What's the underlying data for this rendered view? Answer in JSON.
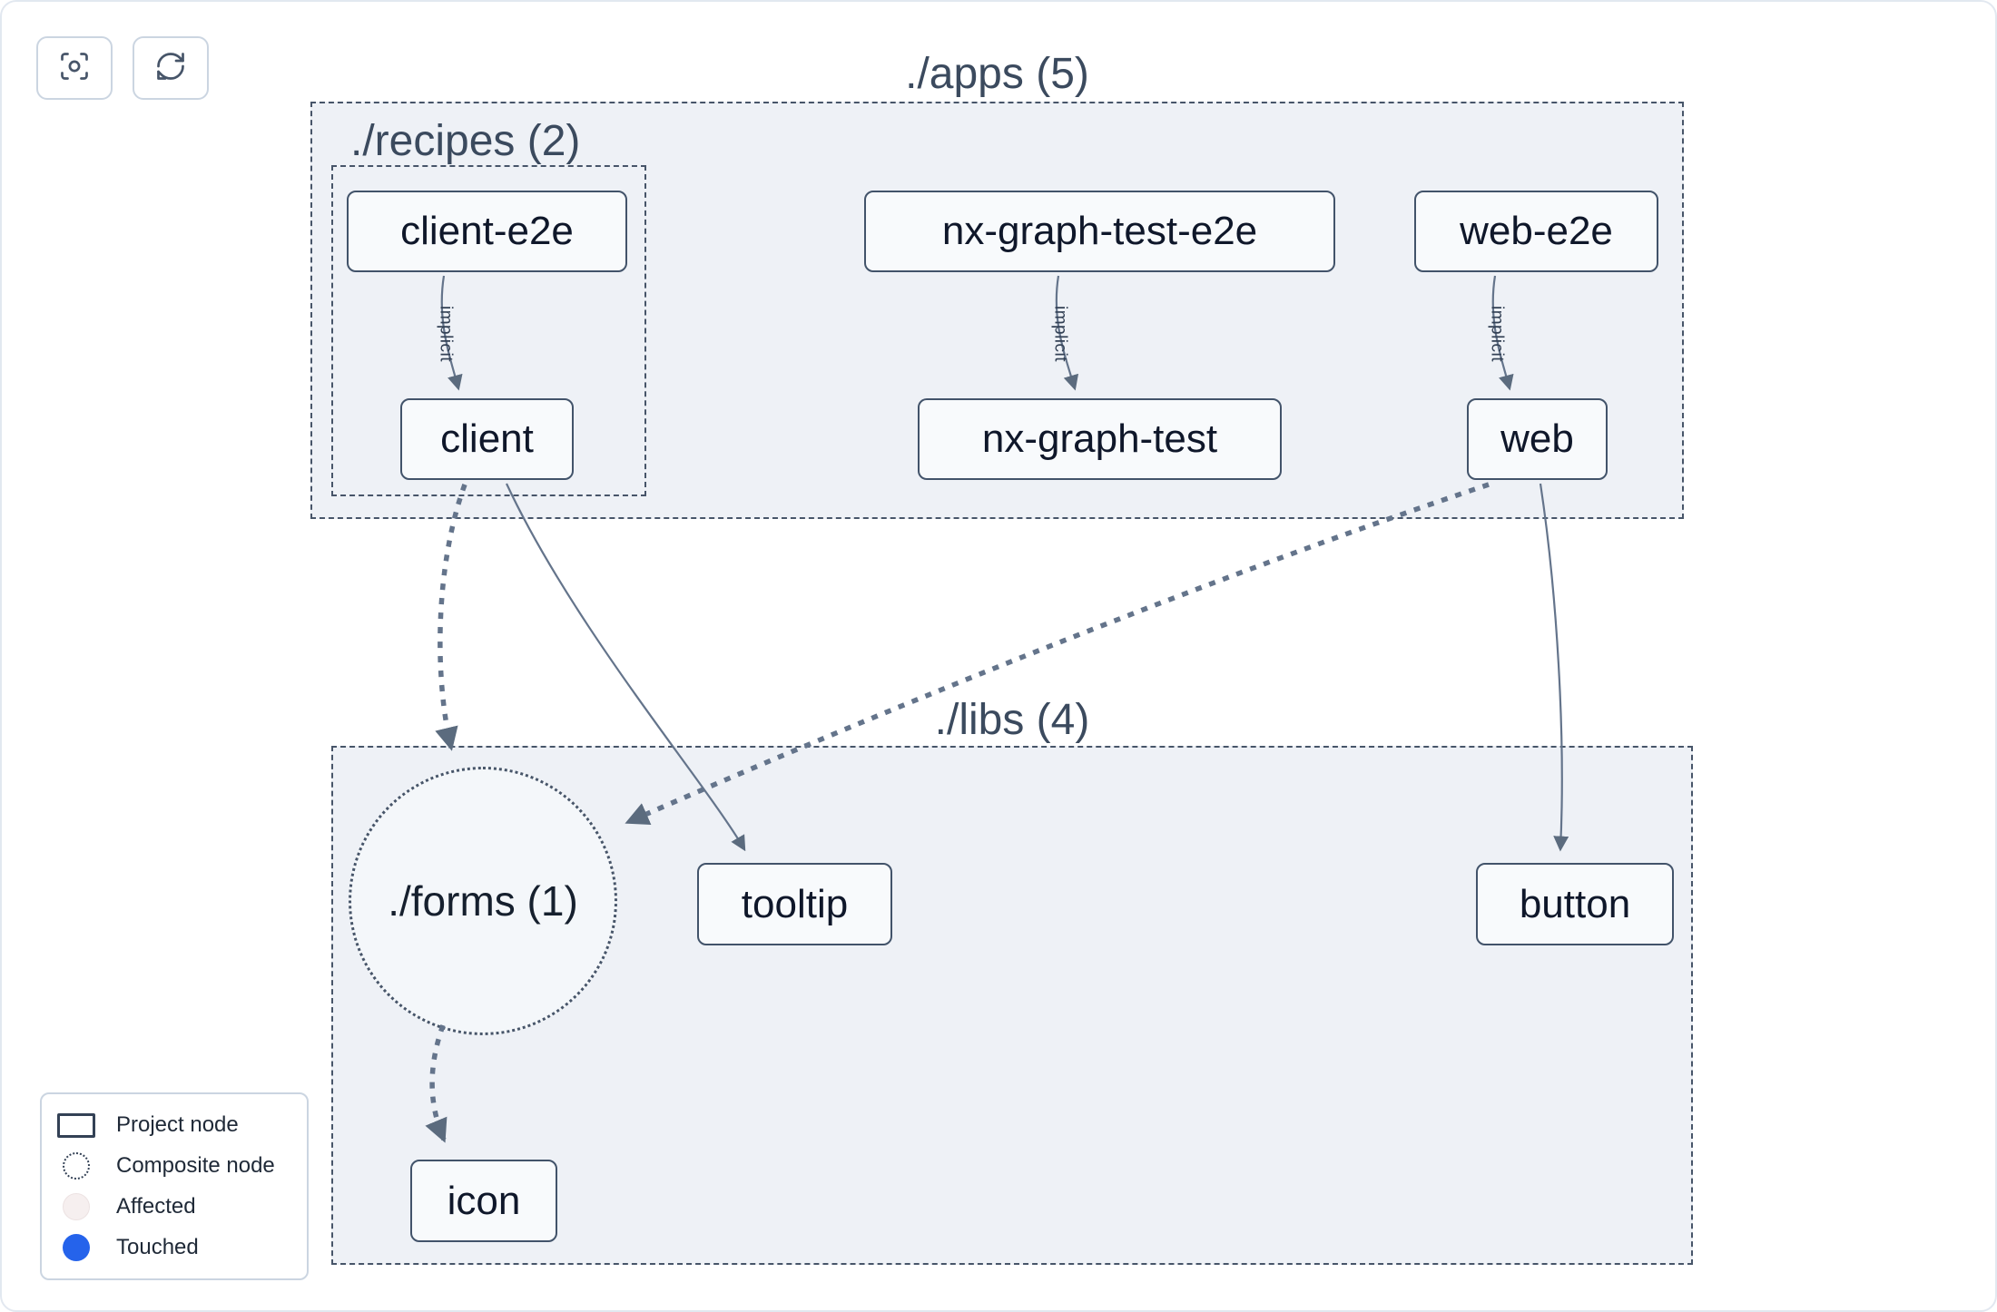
{
  "toolbar": {
    "buttons": [
      {
        "id": "focus",
        "icon": "focus-icon"
      },
      {
        "id": "refresh",
        "icon": "refresh-icon"
      }
    ]
  },
  "graph": {
    "groups": [
      {
        "id": "apps",
        "label": "./apps (5)"
      },
      {
        "id": "recipes",
        "label": "./recipes (2)"
      },
      {
        "id": "libs",
        "label": "./libs (4)"
      }
    ],
    "composite_nodes": [
      {
        "id": "forms",
        "label": "./forms (1)"
      }
    ],
    "project_nodes": [
      {
        "id": "client-e2e",
        "label": "client-e2e",
        "group": "recipes"
      },
      {
        "id": "nx-graph-test-e2e",
        "label": "nx-graph-test-e2e",
        "group": "apps"
      },
      {
        "id": "web-e2e",
        "label": "web-e2e",
        "group": "apps"
      },
      {
        "id": "client",
        "label": "client",
        "group": "recipes"
      },
      {
        "id": "nx-graph-test",
        "label": "nx-graph-test",
        "group": "apps"
      },
      {
        "id": "web",
        "label": "web",
        "group": "apps"
      },
      {
        "id": "tooltip",
        "label": "tooltip",
        "group": "libs"
      },
      {
        "id": "button",
        "label": "button",
        "group": "libs"
      },
      {
        "id": "icon",
        "label": "icon",
        "group": "libs"
      }
    ],
    "edge_label": "implicit",
    "edges": [
      {
        "from": "client-e2e",
        "to": "client",
        "type": "implicit"
      },
      {
        "from": "nx-graph-test-e2e",
        "to": "nx-graph-test",
        "type": "implicit"
      },
      {
        "from": "web-e2e",
        "to": "web",
        "type": "implicit"
      },
      {
        "from": "client",
        "to": "./forms (1)",
        "type": "dashed"
      },
      {
        "from": "client",
        "to": "tooltip",
        "type": "direct"
      },
      {
        "from": "web",
        "to": "./forms (1)",
        "type": "dashed"
      },
      {
        "from": "web",
        "to": "button",
        "type": "direct"
      },
      {
        "from": "./forms (1)",
        "to": "icon",
        "type": "dashed"
      }
    ]
  },
  "legend": {
    "items": [
      {
        "label": "Project node",
        "icon": "project-node-icon"
      },
      {
        "label": "Composite node",
        "icon": "composite-node-icon"
      },
      {
        "label": "Affected",
        "icon": "affected-icon"
      },
      {
        "label": "Touched",
        "icon": "touched-icon"
      }
    ]
  },
  "colors": {
    "group_bg": "#eef1f6",
    "node_border": "#42536a",
    "edge": "#64748b",
    "touched": "#2563eb",
    "affected": "#f6efef"
  }
}
